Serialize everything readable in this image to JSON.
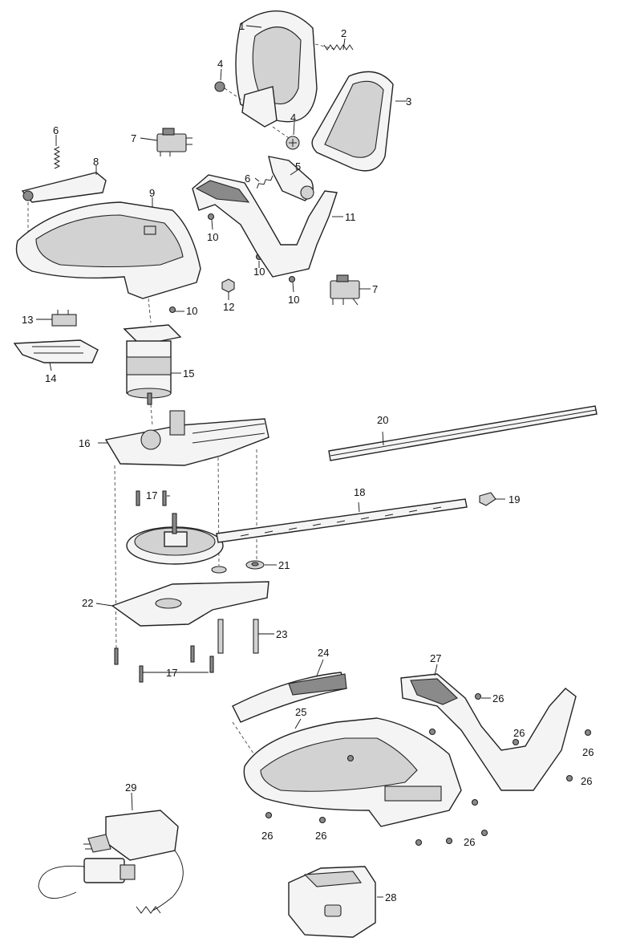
{
  "labels": {
    "p1": "1",
    "p2": "2",
    "p3": "3",
    "p4a": "4",
    "p4b": "4",
    "p5": "5",
    "p6a": "6",
    "p6b": "6",
    "p7a": "7",
    "p7b": "7",
    "p8": "8",
    "p9": "9",
    "p10a": "10",
    "p10b": "10",
    "p10c": "10",
    "p10d": "10",
    "p11": "11",
    "p12": "12",
    "p13": "13",
    "p14": "14",
    "p15": "15",
    "p16": "16",
    "p17a": "17",
    "p17b": "17",
    "p18": "18",
    "p19": "19",
    "p20": "20",
    "p21": "21",
    "p22": "22",
    "p23": "23",
    "p24": "24",
    "p25": "25",
    "p26a": "26",
    "p26b": "26",
    "p26c": "26",
    "p26d": "26",
    "p26e": "26",
    "p26f": "26",
    "p26g": "26",
    "p27": "27",
    "p28": "28",
    "p29": "29"
  }
}
